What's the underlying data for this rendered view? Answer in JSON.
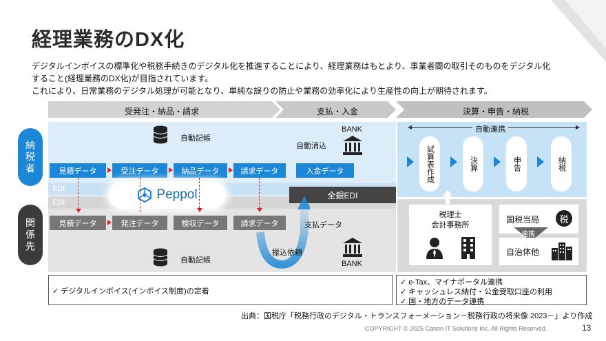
{
  "title": "経理業務のDX化",
  "lead_lines": [
    "デジタルインボイスの標準化や税務手続きのデジタル化を推進することにより、経理業務はもとより、事業者間の取引そのものをデジタル化",
    "すること(経理業務のDX化)が目指されています。",
    "これにより、日常業務のデジタル処理が可能となり、単純な誤りの防止や業務の効率化により生産性の向上が期待されます。"
  ],
  "phases": [
    "受発注・納品・請求",
    "支払・入金",
    "決算・申告・納税"
  ],
  "taxpayer": {
    "label": "納税者",
    "auto_ledger": "自動記帳",
    "bank": "BANK",
    "auto_clear": "自動消込",
    "docs": [
      "見積データ",
      "受注データ",
      "納品データ",
      "請求データ"
    ],
    "deposit": "入金データ"
  },
  "counterparty": {
    "label": "関係先",
    "auto_ledger": "自動記帳",
    "bank": "BANK",
    "docs": [
      "見積データ",
      "発注データ",
      "検収データ",
      "請求データ"
    ],
    "payment": "支払データ",
    "transfer": "振込依頼"
  },
  "edi_top": "EDI",
  "edi_bottom": "EDI",
  "peppol": "Peppol",
  "zengin_edi": "全銀EDI",
  "auto_link": "自動連携",
  "settlement_steps": [
    "試算表作成",
    "決算",
    "申告",
    "納税"
  ],
  "tax_accountant": "税理士\n会計事務所",
  "nta": "国税当局",
  "tax_badge": "税",
  "link_label": "連携",
  "local_gov": "自治体他",
  "notes_left": [
    "✓ デジタルインボイス(インボイス制度)の定着"
  ],
  "notes_right": [
    "✓ e-Tax、マイナポータル連携",
    "✓ キャッシュレス納付・公金受取口座の利用",
    "✓ 国・地方のデータ連携"
  ],
  "source": "出典：国税庁「税務行政のデジタル・トランスフォーメーション－税務行政の将来像 2023－」より作成",
  "copyright": "COPYRIGHT © 2025 Canon IT Solutions Inc. All Rights Reserved.",
  "page": "13",
  "colors": {
    "blue": "#1b87d6",
    "gray_box": "#777777",
    "dark": "#444444",
    "red_arrow": "#e02020"
  }
}
